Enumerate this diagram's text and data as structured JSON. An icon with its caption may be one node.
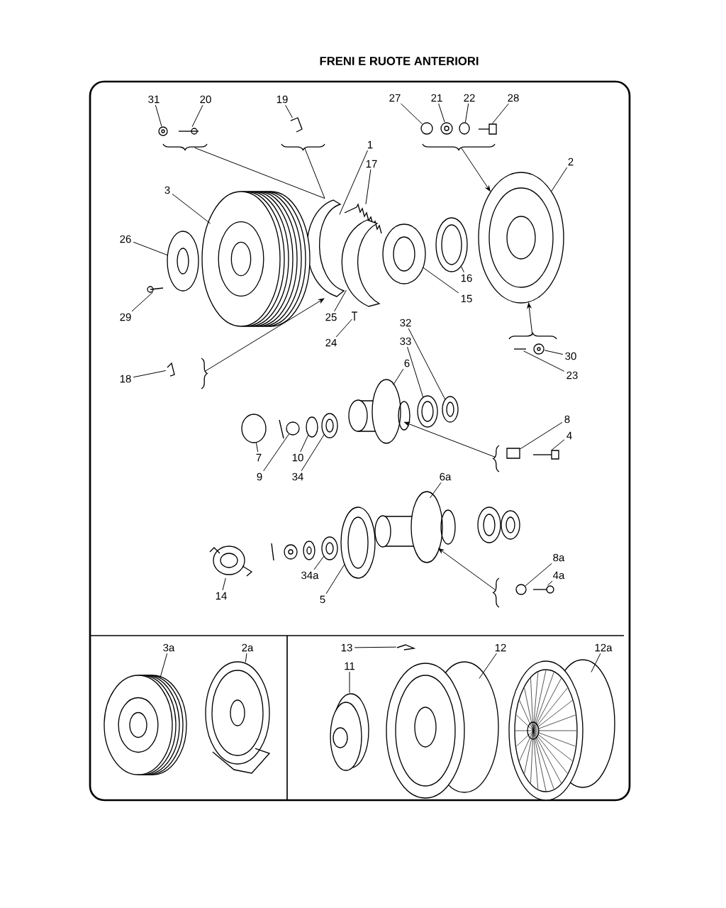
{
  "diagram": {
    "title": "FRENI E RUOTE ANTERIORI",
    "nodes": [
      {
        "text": [
          "31"
        ]
      },
      {
        "text": [
          "20"
        ]
      },
      {
        "text": [
          "19"
        ]
      },
      {
        "text": [
          "27"
        ]
      },
      {
        "text": [
          "21"
        ]
      },
      {
        "text": [
          "22"
        ]
      },
      {
        "text": [
          "28"
        ]
      },
      {
        "text": [
          "1"
        ]
      },
      {
        "text": [
          "17"
        ]
      },
      {
        "text": [
          "2"
        ]
      },
      {
        "text": [
          "3"
        ]
      },
      {
        "text": [
          "26"
        ]
      },
      {
        "text": [
          "29"
        ]
      },
      {
        "text": [
          "25"
        ]
      },
      {
        "text": [
          "24"
        ]
      },
      {
        "text": [
          "15"
        ]
      },
      {
        "text": [
          "16"
        ]
      },
      {
        "text": [
          "18"
        ]
      },
      {
        "text": [
          "30"
        ]
      },
      {
        "text": [
          "23"
        ]
      },
      {
        "text": [
          "32"
        ]
      },
      {
        "text": [
          "33"
        ]
      },
      {
        "text": [
          "6"
        ]
      },
      {
        "text": [
          "7"
        ]
      },
      {
        "text": [
          "9"
        ]
      },
      {
        "text": [
          "10"
        ]
      },
      {
        "text": [
          "34"
        ]
      },
      {
        "text": [
          "8"
        ]
      },
      {
        "text": [
          "4"
        ]
      },
      {
        "text": [
          "6a"
        ]
      },
      {
        "text": [
          "14"
        ]
      },
      {
        "text": [
          "34a"
        ]
      },
      {
        "text": [
          "5"
        ]
      },
      {
        "text": [
          "8a"
        ]
      },
      {
        "text": [
          "4a"
        ]
      },
      {
        "text": [
          "3a"
        ]
      },
      {
        "text": [
          "2a"
        ]
      },
      {
        "text": [
          "13"
        ]
      },
      {
        "text": [
          "11"
        ]
      },
      {
        "text": [
          "12"
        ]
      },
      {
        "text": [
          "12a"
        ]
      },
      {
        "text": [],
        "shape": "picture"
      },
      {
        "text": [],
        "shape": "picture"
      },
      {
        "text": [],
        "shape": "picture"
      },
      {
        "text": [],
        "shape": "circle"
      },
      {
        "text": [],
        "shape": "picture"
      },
      {
        "text": [],
        "shape": "circle"
      },
      {
        "text": [],
        "shape": "picture"
      },
      {
        "text": [],
        "shape": "picture"
      },
      {
        "text": [],
        "shape": "picture"
      },
      {
        "text": [],
        "shape": "picture"
      },
      {
        "text": [],
        "shape": "picture"
      },
      {
        "text": [],
        "shape": "picture"
      },
      {
        "text": [],
        "shape": "picture"
      },
      {
        "text": [],
        "shape": "picture"
      },
      {
        "text": [],
        "shape": "picture"
      },
      {
        "text": [],
        "shape": "picture"
      },
      {
        "text": [],
        "shape": "picture"
      },
      {
        "text": [],
        "shape": "picture"
      },
      {
        "text": [],
        "shape": "picture"
      },
      {
        "text": [],
        "shape": "picture"
      },
      {
        "text": [],
        "shape": "picture"
      },
      {
        "text": [],
        "shape": "picture"
      },
      {
        "text": [],
        "shape": "picture"
      },
      {
        "text": [],
        "shape": "circle"
      },
      {
        "text": [],
        "shape": "circle"
      },
      {
        "text": [],
        "shape": "circle"
      },
      {
        "text": [],
        "shape": "picture"
      },
      {
        "text": [],
        "shape": "box"
      },
      {
        "text": [],
        "shape": "picture"
      },
      {
        "text": [],
        "shape": "picture"
      },
      {
        "text": [],
        "shape": "picture"
      },
      {
        "text": [],
        "shape": "picture"
      },
      {
        "text": [],
        "shape": "picture"
      },
      {
        "text": [],
        "shape": "circle"
      },
      {
        "text": [],
        "shape": "picture"
      },
      {
        "text": [],
        "shape": "picture"
      },
      {
        "text": [],
        "shape": "picture"
      },
      {
        "text": [],
        "shape": "picture"
      },
      {
        "text": [],
        "shape": "picture"
      },
      {
        "text": [],
        "shape": "picture"
      },
      {
        "text": [],
        "shape": "picture"
      },
      {
        "text": [],
        "shape": "bracket"
      },
      {
        "text": [],
        "shape": "bracket"
      },
      {
        "text": [],
        "shape": "bracket"
      },
      {
        "text": [],
        "shape": "bracket"
      },
      {
        "text": [],
        "shape": "bracket"
      },
      {
        "text": [],
        "shape": "bracket"
      },
      {
        "text": [],
        "shape": "bracket"
      }
    ],
    "edges": [
      {
        "from": 0,
        "to": 41,
        "arrow": "none"
      },
      {
        "from": 1,
        "to": 42,
        "arrow": "none"
      },
      {
        "from": 2,
        "to": 43,
        "arrow": "none"
      },
      {
        "from": 3,
        "to": 44,
        "arrow": "none"
      },
      {
        "from": 4,
        "to": 45,
        "arrow": "none"
      },
      {
        "from": 5,
        "to": 46,
        "arrow": "none"
      },
      {
        "from": 6,
        "to": 47,
        "arrow": "none"
      },
      {
        "from": 7,
        "to": 48,
        "arrow": "none"
      },
      {
        "from": 8,
        "to": 49,
        "arrow": "none"
      },
      {
        "from": 9,
        "to": 50,
        "arrow": "none"
      },
      {
        "from": 10,
        "to": 51,
        "arrow": "none"
      },
      {
        "from": 11,
        "to": 52,
        "arrow": "none"
      },
      {
        "from": 12,
        "to": 53,
        "arrow": "none"
      },
      {
        "from": 13,
        "to": 54,
        "arrow": "none"
      },
      {
        "from": 14,
        "to": 55,
        "arrow": "none"
      },
      {
        "from": 15,
        "to": 56,
        "arrow": "none"
      },
      {
        "from": 16,
        "to": 57,
        "arrow": "none"
      },
      {
        "from": 17,
        "to": 58,
        "arrow": "none"
      },
      {
        "from": 18,
        "to": 59,
        "arrow": "none"
      },
      {
        "from": 19,
        "to": 60,
        "arrow": "none"
      },
      {
        "from": 20,
        "to": 61,
        "arrow": "none"
      },
      {
        "from": 21,
        "to": 62,
        "arrow": "none"
      },
      {
        "from": 22,
        "to": 63,
        "arrow": "none"
      },
      {
        "from": 23,
        "to": 64,
        "arrow": "none"
      },
      {
        "from": 24,
        "to": 65,
        "arrow": "none"
      },
      {
        "from": 25,
        "to": 66,
        "arrow": "none"
      },
      {
        "from": 26,
        "to": 67,
        "arrow": "none"
      },
      {
        "from": 27,
        "to": 68,
        "arrow": "none"
      },
      {
        "from": 28,
        "to": 69,
        "arrow": "none"
      },
      {
        "from": 29,
        "to": 70,
        "arrow": "none"
      },
      {
        "from": 30,
        "to": 71,
        "arrow": "none"
      },
      {
        "from": 31,
        "to": 72,
        "arrow": "none"
      },
      {
        "from": 32,
        "to": 73,
        "arrow": "none"
      },
      {
        "from": 33,
        "to": 74,
        "arrow": "none"
      },
      {
        "from": 34,
        "to": 75,
        "arrow": "none"
      },
      {
        "from": 35,
        "to": 76,
        "arrow": "none"
      },
      {
        "from": 36,
        "to": 77,
        "arrow": "none"
      },
      {
        "from": 37,
        "to": 78,
        "arrow": "none"
      },
      {
        "from": 38,
        "to": 79,
        "arrow": "none"
      },
      {
        "from": 39,
        "to": 80,
        "arrow": "none"
      },
      {
        "from": 40,
        "to": 81,
        "arrow": "none"
      },
      {
        "from": 82,
        "to": 48,
        "arrow": "none"
      },
      {
        "from": 83,
        "to": 48,
        "arrow": "none"
      },
      {
        "from": 84,
        "to": 50,
        "arrow": "to"
      },
      {
        "from": 85,
        "to": 50,
        "arrow": "to"
      },
      {
        "from": 86,
        "to": 48,
        "arrow": "to"
      },
      {
        "from": 87,
        "to": 63,
        "arrow": "to"
      },
      {
        "from": 88,
        "to": 70,
        "arrow": "to"
      }
    ]
  }
}
